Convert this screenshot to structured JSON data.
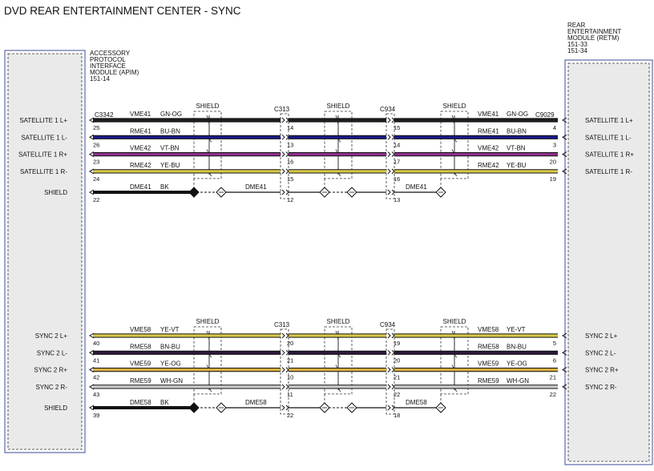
{
  "title": "DVD REAR ENTERTAINMENT CENTER - SYNC",
  "colors": {
    "GN-OG": "#1e1e1e",
    "BU-BN": "#1a1a8a",
    "VT-BN": "#8c2f8c",
    "YE-BU": "#d9c94a",
    "BK": "#111111",
    "YE-VT": "#d9c94a",
    "BN-BU": "#2c1a3a",
    "YE-OG": "#d9b040",
    "WH-GN": "#cccccc",
    "module_fill": "#eaeaea",
    "module_border": "#5a6aa8"
  },
  "left_module": {
    "lines": [
      "ACCESSORY",
      "PROTOCOL",
      "INTERFACE",
      "MODULE (APIM)",
      "151-14"
    ]
  },
  "right_module": {
    "lines": [
      "REAR",
      "ENTERTAINMENT",
      "MODULE (RETM)",
      "151-33",
      "151-34"
    ]
  },
  "shield_label": "SHIELD",
  "groups": [
    {
      "connectors": {
        "left": "C3342",
        "mid1": "C313",
        "mid2": "C934",
        "right": "C9029"
      },
      "wires": [
        {
          "left_label": "SATELLITE 1 L+",
          "right_label": "SATELLITE 1 L+",
          "circuit": "VME41",
          "color": "GN-OG",
          "pins": [
            "25",
            "14",
            "15",
            "4"
          ]
        },
        {
          "left_label": "SATELLITE 1 L-",
          "right_label": "SATELLITE 1 L-",
          "circuit": "RME41",
          "color": "BU-BN",
          "pins": [
            "26",
            "13",
            "14",
            "3"
          ]
        },
        {
          "left_label": "SATELLITE 1 R+",
          "right_label": "SATELLITE 1 R+",
          "circuit": "VME42",
          "color": "VT-BN",
          "pins": [
            "23",
            "16",
            "17",
            "20"
          ]
        },
        {
          "left_label": "SATELLITE 1 R-",
          "right_label": "SATELLITE 1 R-",
          "circuit": "RME42",
          "color": "YE-BU",
          "pins": [
            "24",
            "15",
            "16",
            "19"
          ]
        }
      ],
      "drain": {
        "left_label": "SHIELD",
        "circuit": "DME41",
        "color": "BK",
        "pins": [
          "22",
          "12",
          "13"
        ]
      }
    },
    {
      "connectors": {
        "left": "",
        "mid1": "C313",
        "mid2": "C934",
        "right": ""
      },
      "wires": [
        {
          "left_label": "SYNC 2 L+",
          "right_label": "SYNC 2 L+",
          "circuit": "VME58",
          "color": "YE-VT",
          "pins": [
            "40",
            "20",
            "19",
            "5"
          ]
        },
        {
          "left_label": "SYNC 2 L-",
          "right_label": "SYNC 2 L-",
          "circuit": "RME58",
          "color": "BN-BU",
          "pins": [
            "41",
            "21",
            "20",
            "6"
          ]
        },
        {
          "left_label": "SYNC 2 R+",
          "right_label": "SYNC 2 R+",
          "circuit": "VME59",
          "color": "YE-OG",
          "pins": [
            "42",
            "10",
            "21",
            "21"
          ]
        },
        {
          "left_label": "SYNC 2 R-",
          "right_label": "SYNC 2 R-",
          "circuit": "RME59",
          "color": "WH-GN",
          "pins": [
            "43",
            "11",
            "22",
            "22"
          ]
        }
      ],
      "drain": {
        "left_label": "SHIELD",
        "circuit": "DME58",
        "color": "BK",
        "pins": [
          "39",
          "22",
          "18"
        ]
      }
    }
  ]
}
